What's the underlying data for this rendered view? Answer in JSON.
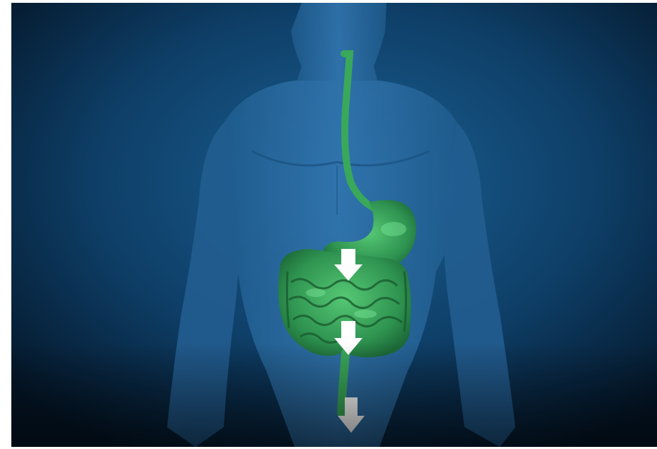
{
  "image": {
    "subject": "digestive-tract-illustration",
    "colors": {
      "background_center": "#1a5a8a",
      "background_edge": "#051a2e",
      "body": "#2f6fa8",
      "digestive_tract": "#3aa85a",
      "digestive_highlight": "#7be89a",
      "arrow": "#ffffff"
    },
    "arrows": [
      {
        "icon": "arrow-down-icon",
        "stage": "stomach"
      },
      {
        "icon": "arrow-down-icon",
        "stage": "small-intestine"
      },
      {
        "icon": "arrow-down-icon",
        "stage": "rectum"
      }
    ]
  }
}
